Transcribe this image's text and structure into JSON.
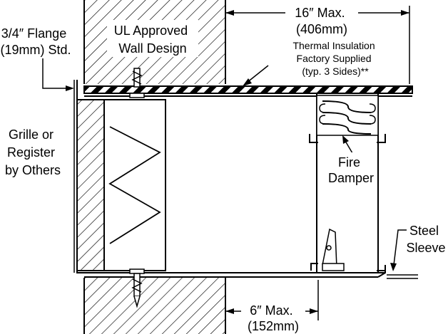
{
  "labels": {
    "flange": [
      "3/4″ Flange",
      "(19mm) Std."
    ],
    "wall": [
      "UL Approved",
      "Wall Design"
    ],
    "width": [
      "16″ Max.",
      "(406mm)"
    ],
    "insulation": [
      "Thermal Insulation",
      "Factory Supplied",
      "(typ. 3 Sides)**"
    ],
    "grille": [
      "Grille or",
      "Register",
      "by Others"
    ],
    "damper": [
      "Fire",
      "Damper"
    ],
    "sleeve": [
      "Steel",
      "Sleeve"
    ],
    "depth": [
      "6″ Max.",
      "(152mm)"
    ]
  },
  "colors": {
    "line": "#000000",
    "background": "#ffffff"
  }
}
